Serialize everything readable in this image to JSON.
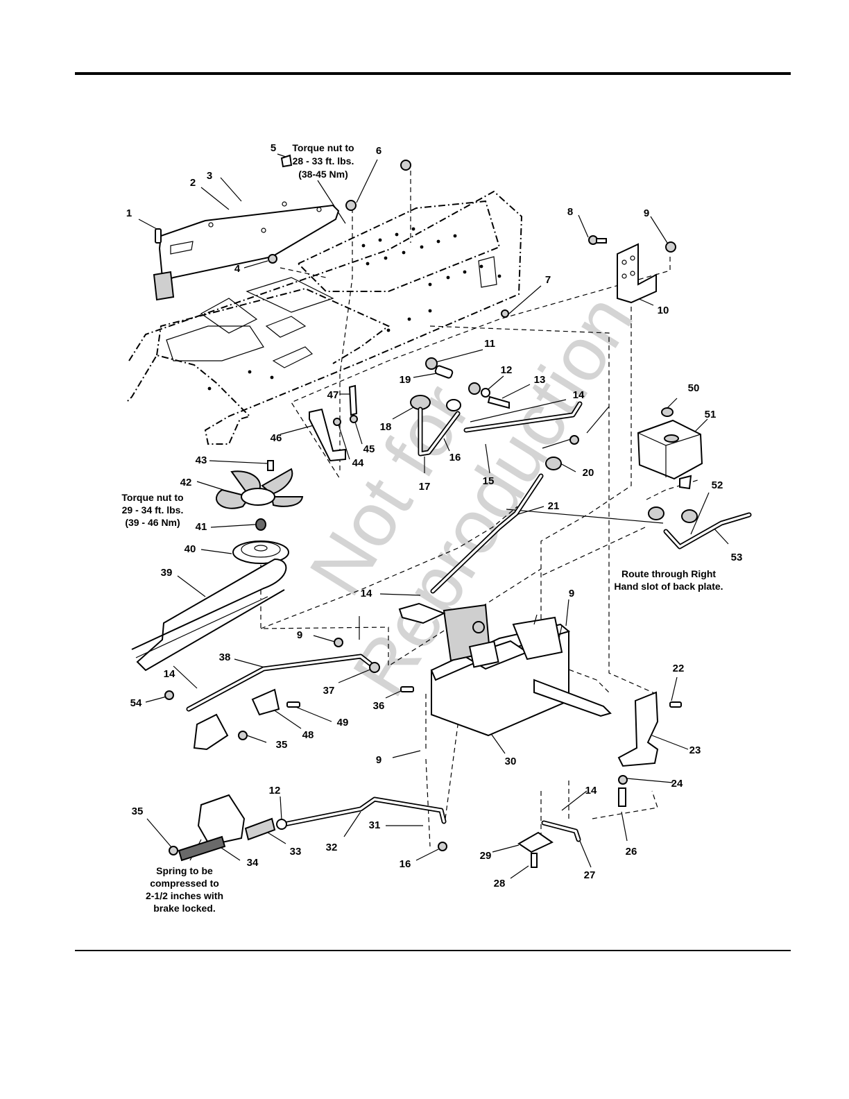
{
  "diagram": {
    "callouts": [
      "1",
      "2",
      "3",
      "4",
      "5",
      "6",
      "7",
      "8",
      "9",
      "10",
      "11",
      "12",
      "13",
      "14",
      "15",
      "16",
      "17",
      "18",
      "19",
      "20",
      "21",
      "22",
      "23",
      "24",
      "26",
      "27",
      "28",
      "29",
      "30",
      "31",
      "32",
      "33",
      "34",
      "35",
      "36",
      "37",
      "38",
      "39",
      "40",
      "41",
      "42",
      "43",
      "44",
      "45",
      "46",
      "47",
      "48",
      "49",
      "50",
      "51",
      "52",
      "53",
      "54"
    ],
    "notes": {
      "torque_nut_upper": [
        "Torque nut to",
        "28 - 33 ft. lbs.",
        "(38-45 Nm)"
      ],
      "torque_nut_fan": [
        "Torque nut to",
        "29 - 34 ft. lbs.",
        "(39 - 46 Nm)"
      ],
      "route_note": [
        "Route through Right",
        "Hand slot of back plate."
      ],
      "spring_note": [
        "Spring to be",
        "compressed to",
        "2-1/2 inches with",
        "brake locked."
      ]
    },
    "watermark": [
      "Not for",
      "Reproduction"
    ]
  }
}
